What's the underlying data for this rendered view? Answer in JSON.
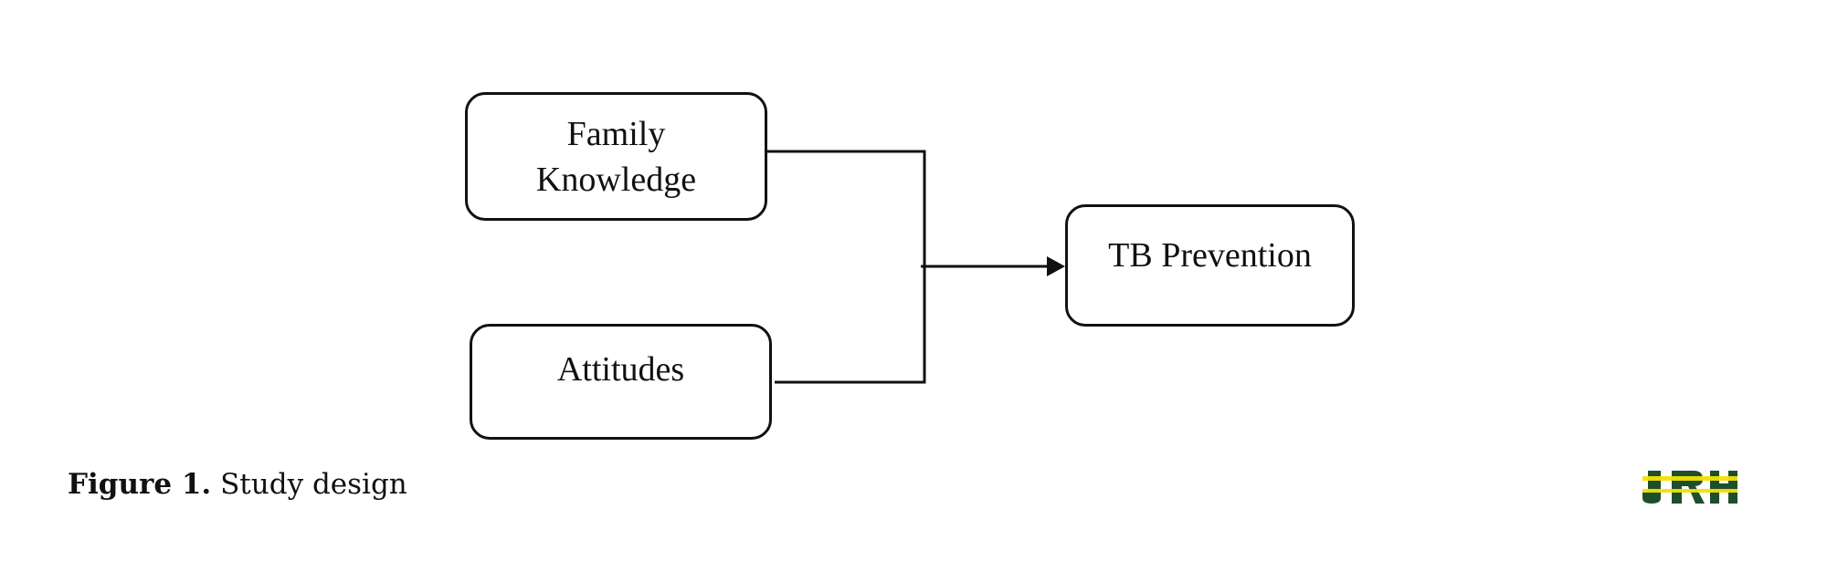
{
  "diagram": {
    "nodes": [
      {
        "id": "family",
        "label": "Family\nKnowledge"
      },
      {
        "id": "attitudes",
        "label": "Attitudes"
      },
      {
        "id": "tb",
        "label": "TB Prevention"
      }
    ],
    "edges": [
      {
        "from": "family",
        "to": "tb"
      },
      {
        "from": "attitudes",
        "to": "tb"
      }
    ]
  },
  "caption": {
    "label": "Figure 1.",
    "text": " Study design"
  },
  "logo": {
    "text": "JRH",
    "colors": {
      "primary": "#1f4e2c",
      "accent": "#f2e205"
    }
  },
  "colors": {
    "stroke": "#111111",
    "background": "#ffffff"
  }
}
